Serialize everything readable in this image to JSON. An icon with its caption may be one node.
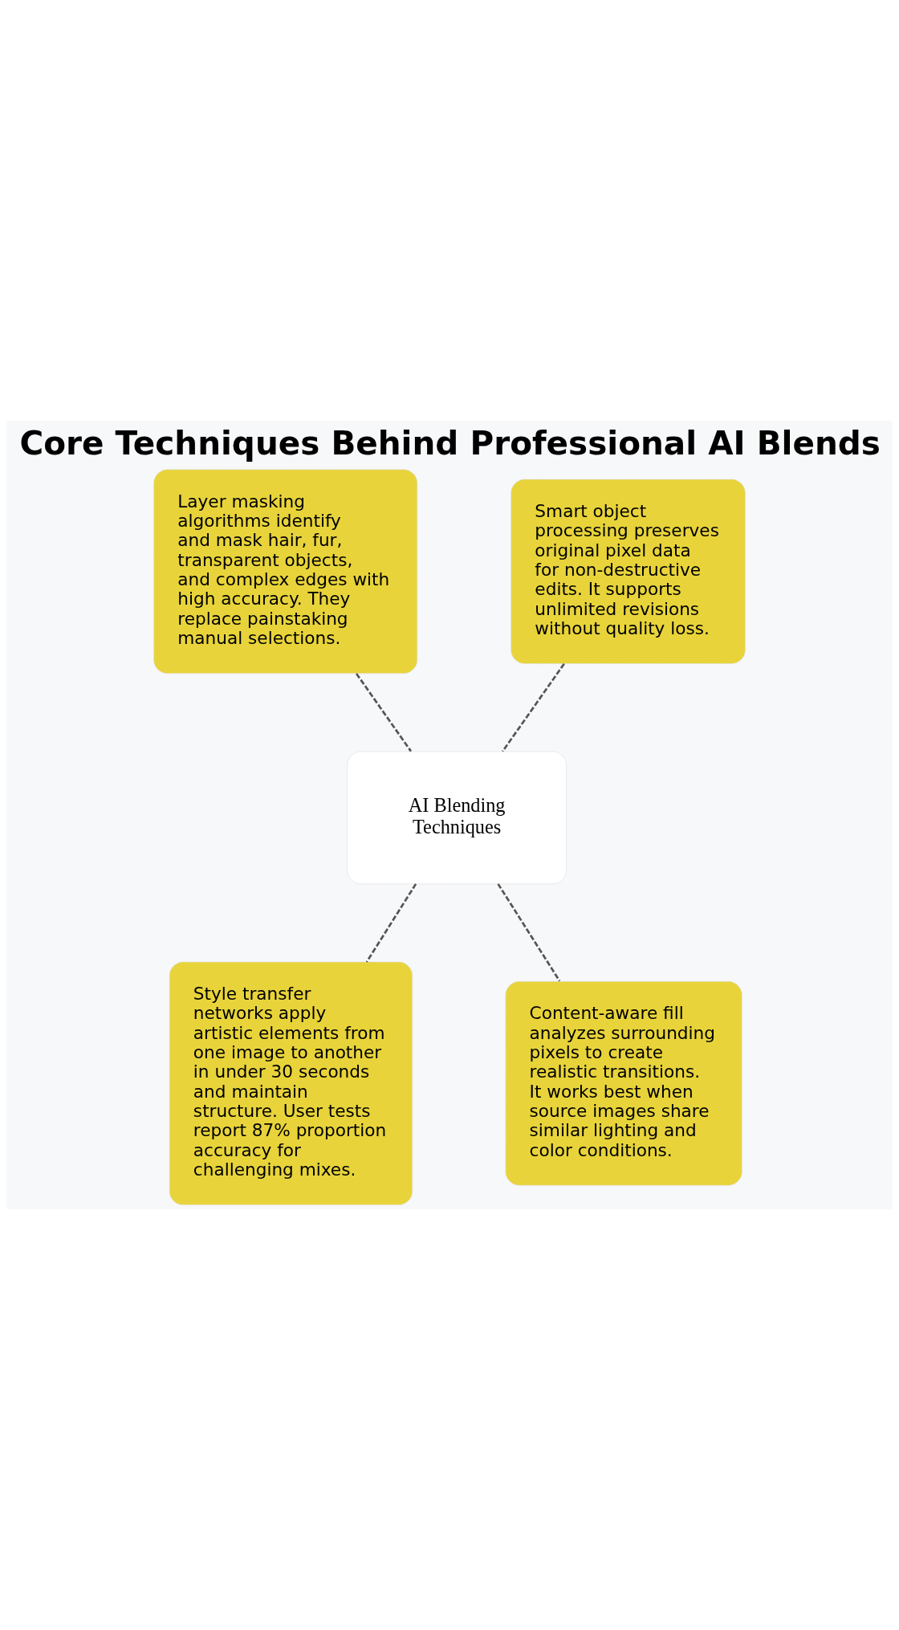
{
  "diagram": {
    "title": "Core Techniques Behind Professional AI Blends",
    "nodes": [
      {
        "text": [
          "Layer masking algorithms identify and mask hair, fur, transparent objects, and complex edges with high accuracy. They replace painstaking manual selections."
        ]
      },
      {
        "text": [
          "Smart object processing preserves original pixel data for non-destructive edits. It supports unlimited revisions without quality loss."
        ]
      },
      {
        "text": [
          "AI Blending Techniques"
        ]
      },
      {
        "text": [
          "Style transfer networks apply artistic elements from one image to another in under 30 seconds and maintain structure. User tests report 87% proportion accuracy for challenging mixes."
        ]
      },
      {
        "text": [
          "Content-aware fill analyzes surrounding pixels to create realistic transitions. It works best when source images share similar lighting and color conditions."
        ]
      }
    ],
    "edges": [
      {
        "from": 0,
        "to": 2,
        "arrow": "none",
        "style": "dashed"
      },
      {
        "from": 1,
        "to": 2,
        "arrow": "none",
        "style": "dashed"
      },
      {
        "from": 2,
        "to": 3,
        "arrow": "none",
        "style": "dashed"
      },
      {
        "from": 2,
        "to": 4,
        "arrow": "none",
        "style": "dashed"
      }
    ]
  }
}
